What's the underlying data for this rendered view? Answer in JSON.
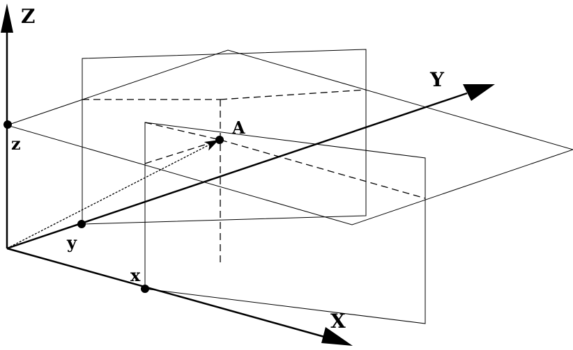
{
  "labels": {
    "axis_z": "Z",
    "axis_y": "Y",
    "axis_x": "X",
    "point_a": "A",
    "point_z": "z",
    "point_y": "y",
    "point_x": "x"
  },
  "colors": {
    "stroke": "#000000",
    "background": "#ffffff"
  }
}
